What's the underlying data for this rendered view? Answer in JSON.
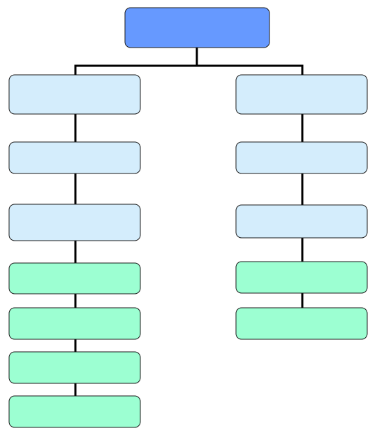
{
  "colors": {
    "root_fill": "#6699ff",
    "level_fill": "#d4edfc",
    "leaf_fill": "#9cffd2",
    "connector": "#000000",
    "node_border": "#1a1a1a"
  },
  "org_chart": {
    "root": {
      "label": "",
      "kind": "root"
    },
    "branches": [
      {
        "nodes": [
          {
            "label": "",
            "kind": "level"
          },
          {
            "label": "",
            "kind": "level"
          },
          {
            "label": "",
            "kind": "level"
          },
          {
            "label": "",
            "kind": "leaf"
          },
          {
            "label": "",
            "kind": "leaf"
          },
          {
            "label": "",
            "kind": "leaf"
          },
          {
            "label": "",
            "kind": "leaf"
          }
        ]
      },
      {
        "nodes": [
          {
            "label": "",
            "kind": "level"
          },
          {
            "label": "",
            "kind": "level"
          },
          {
            "label": "",
            "kind": "level"
          },
          {
            "label": "",
            "kind": "leaf"
          },
          {
            "label": "",
            "kind": "leaf"
          }
        ]
      }
    ]
  }
}
